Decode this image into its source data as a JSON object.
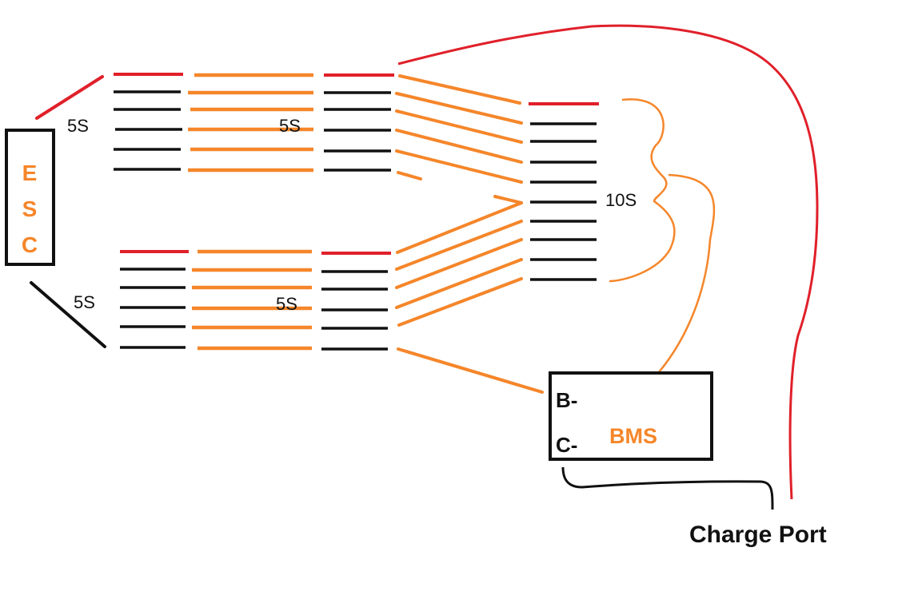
{
  "colors": {
    "red": "#e0202a",
    "orange": "#f5862a",
    "black": "#111111"
  },
  "labels": {
    "esc_letters": [
      "E",
      "S",
      "C"
    ],
    "top_left_series": "5S",
    "top_mid_series": "5S",
    "bottom_left_series": "5S",
    "bottom_mid_series": "5S",
    "right_series": "10S",
    "bms_b_minus": "B-",
    "bms_c_minus": "C-",
    "bms": "BMS",
    "charge_port": "Charge Port"
  }
}
